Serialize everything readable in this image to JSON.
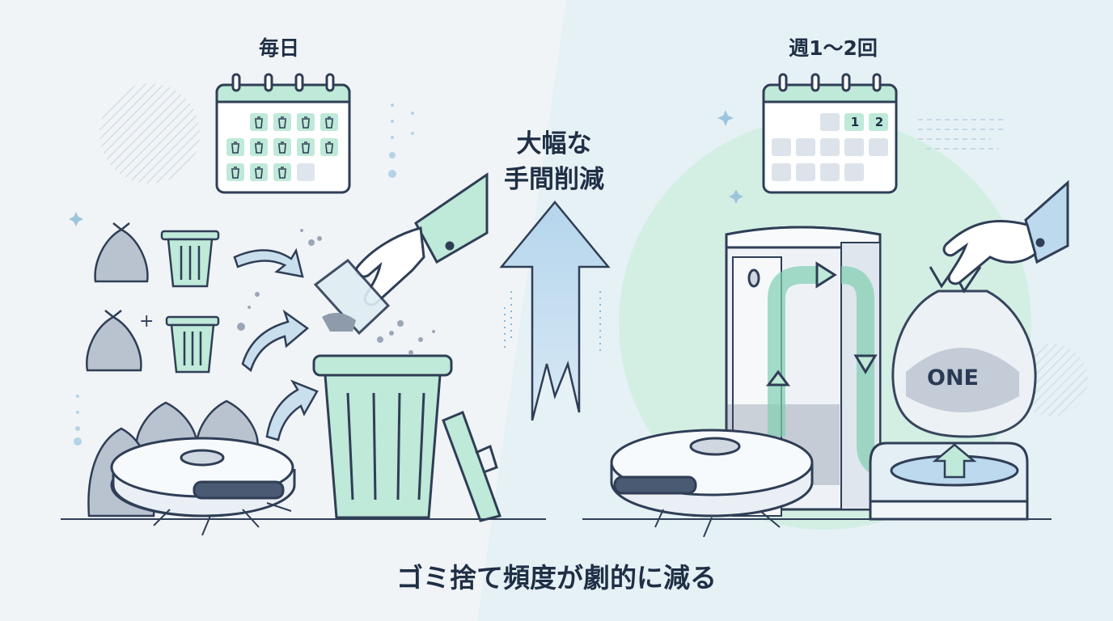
{
  "left": {
    "title": "毎日"
  },
  "right": {
    "title": "週1〜2回",
    "calendar_marks": [
      "1",
      "2"
    ],
    "bag_label": "ONE"
  },
  "center": {
    "line1": "大幅な",
    "line2": "手間削減"
  },
  "caption": "ゴミ捨て頻度が劇的に減る",
  "colors": {
    "mint": "#bfe9d8",
    "mint_dark": "#7fcfb0",
    "blue_arrow": "#bcd9ee",
    "outline": "#2f3e56",
    "bag_gray": "#b9c2cf",
    "bg_left": "#eef3f6",
    "bg_right": "#e7f1f6"
  },
  "icons": [
    "calendar-icon",
    "trash-icon",
    "garbage-bag-icon",
    "robot-vacuum-icon",
    "hand-icon",
    "up-arrow-icon",
    "dock-station-icon",
    "sparkle-icon"
  ]
}
